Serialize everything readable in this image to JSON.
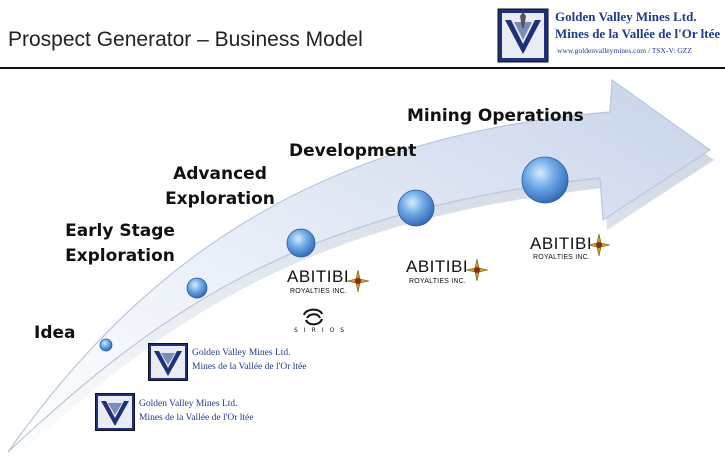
{
  "header": {
    "title": "Prospect Generator – Business Model",
    "company_name": "Golden Valley Mines Ltd.",
    "company_name_fr": "Mines de la Vallée de l'Or ltée",
    "company_web": "www.goldenvalleymines.com / TSX-V: GZZ"
  },
  "stages": {
    "idea": "Idea",
    "early_line1": "Early Stage",
    "early_line2": "Exploration",
    "advanced_line1": "Advanced",
    "advanced_line2": "Exploration",
    "development": "Development",
    "mining": "Mining Operations"
  },
  "partners": {
    "golden_valley_name": "Golden Valley Mines Ltd.",
    "golden_valley_fr": "Mines de la Vallée de l'Or ltée",
    "abitibi_name": "ABITIBI",
    "abitibi_sub": "ROYALTIES INC.",
    "sirios": "SIRIOS"
  },
  "colors": {
    "brand_blue": "#223a8a",
    "arrow_light": "#ffffff",
    "arrow_mid": "#cfd9ec",
    "node_blue": "#4f8fd6",
    "gold": "#c9a227"
  }
}
